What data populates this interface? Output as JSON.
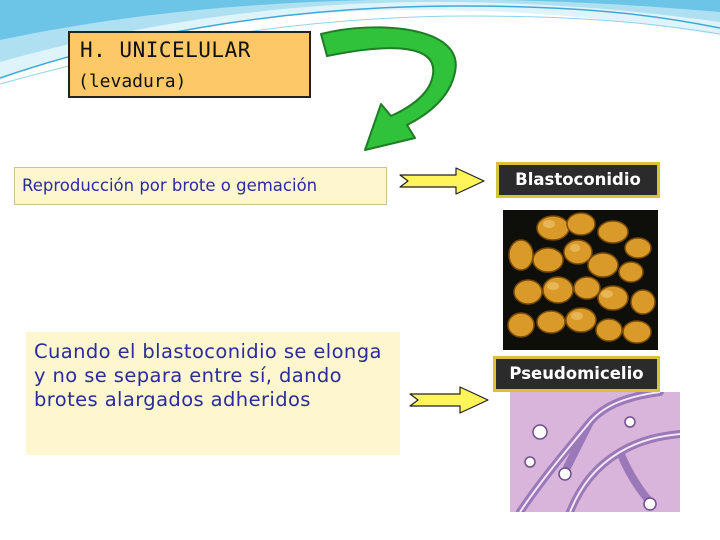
{
  "title_box": {
    "line1": "H. UNICELULAR",
    "line2": "(levadura)"
  },
  "reproduction_text": "Reproducción por brote o gemación",
  "elongation_text": "Cuando el blastoconidio se elonga y no se separa entre sí, dando brotes alargados adheridos",
  "labels": {
    "blastoconidio": "Blastoconidio",
    "pseudomicelio": "Pseudomicelio"
  },
  "icons": {
    "curved_arrow": "green-curved-arrow-icon",
    "right_arrow": "yellow-right-arrow-icon"
  },
  "colors": {
    "title_box_bg": "#fcc868",
    "text_box_bg": "#fdf6cf",
    "text_color": "#2b2ba0",
    "arrow_green": "#2fc23a",
    "arrow_yellow": "#fff45a",
    "label_bg": "#2b2b2b",
    "label_border": "#d8c23a"
  }
}
